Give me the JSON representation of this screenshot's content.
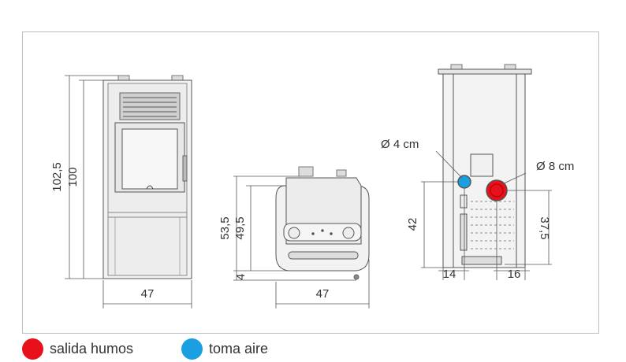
{
  "front_view": {
    "height_total": "102,5",
    "height_body": "100",
    "width": "47"
  },
  "side_view": {
    "height_outlet": "53,5",
    "height_top": "49,5",
    "foot": "4",
    "width": "47"
  },
  "rear_view": {
    "air_diameter": "Ø 4 cm",
    "flue_diameter": "Ø 8 cm",
    "air_height": "42",
    "flue_height": "37,5",
    "air_offset": "14",
    "flue_offset": "16"
  },
  "legend": [
    {
      "label": "salida humos",
      "color": "#e8101a"
    },
    {
      "label": "toma aire",
      "color": "#1aa0e0"
    }
  ]
}
